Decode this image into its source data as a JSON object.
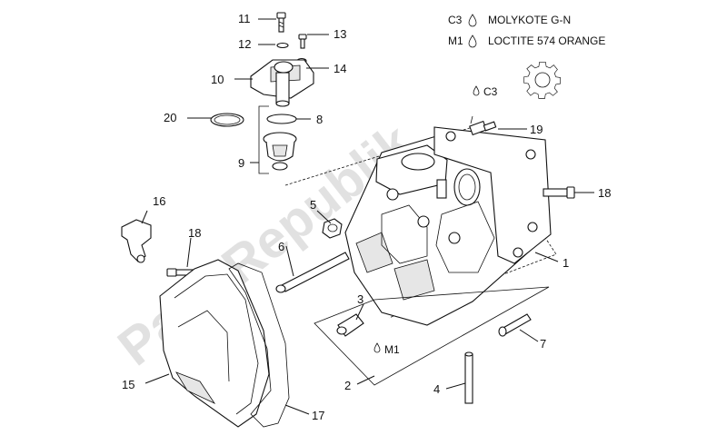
{
  "legend": [
    {
      "code": "C3",
      "text": "MOLYKOTE G-N"
    },
    {
      "code": "M1",
      "text": "LOCTITE 574 ORANGE"
    }
  ],
  "annotations": {
    "c3": "C3",
    "m1": "M1"
  },
  "callouts": {
    "p1": "1",
    "p2": "2",
    "p3": "3",
    "p4": "4",
    "p5": "5",
    "p6": "6",
    "p7": "7",
    "p8": "8",
    "p9": "9",
    "p10": "10",
    "p11": "11",
    "p12": "12",
    "p13": "13",
    "p14": "14",
    "p15": "15",
    "p16": "16",
    "p17": "17",
    "p18a": "18",
    "p18b": "18",
    "p19": "19",
    "p20": "20"
  },
  "watermark": "PartsRepublik",
  "icons": {
    "gear": "gear-icon",
    "drop": "drop-icon"
  }
}
